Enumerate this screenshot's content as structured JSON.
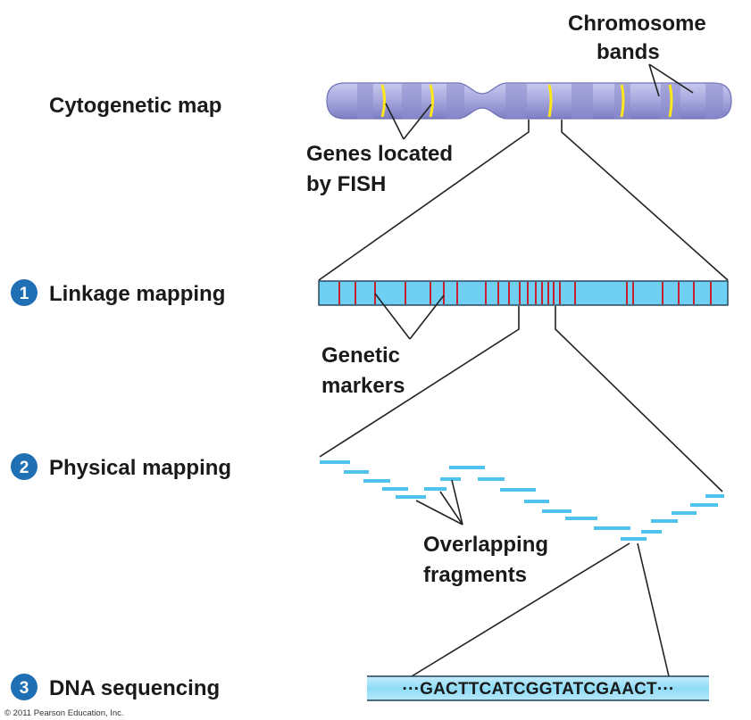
{
  "labels": {
    "cytogenetic_map": "Cytogenetic map",
    "chromosome_bands_line1": "Chromosome",
    "chromosome_bands_line2": "bands",
    "genes_fish_line1": "Genes located",
    "genes_fish_line2": "by FISH",
    "linkage_mapping": "Linkage mapping",
    "genetic_markers_line1": "Genetic",
    "genetic_markers_line2": "markers",
    "physical_mapping": "Physical mapping",
    "overlapping_line1": "Overlapping",
    "overlapping_line2": "fragments",
    "dna_sequencing": "DNA sequencing",
    "copyright": "© 2011 Pearson Education, Inc."
  },
  "steps": {
    "linkage": "1",
    "physical": "2",
    "sequencing": "3"
  },
  "sequence": "···GACTTCATCGGTATCGAACT···",
  "colors": {
    "step_circle": "#1f6fb5",
    "chromosome_body": "#a7a8dd",
    "chromosome_band": "#8c8dcc",
    "fish_signal": "#ffe81a",
    "linkage_bar": "#6fd0f4",
    "genetic_marker": "#c8202e",
    "fragment": "#4fc3ee",
    "sequence_bar": "#8fdcf6"
  }
}
